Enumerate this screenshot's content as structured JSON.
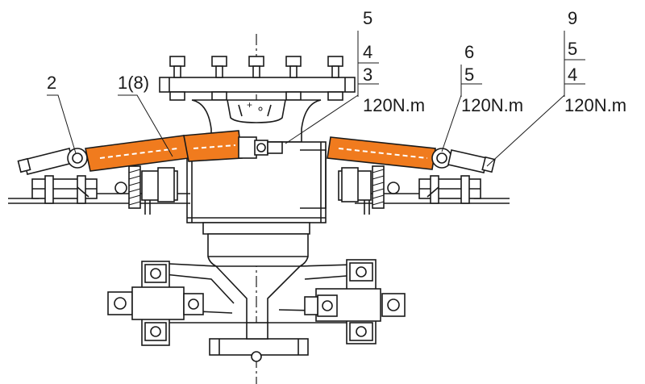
{
  "diagram": {
    "accent_color": "#f07b1e",
    "line_color": "#1a1a1a",
    "callouts": [
      {
        "id": "c2",
        "label": "2"
      },
      {
        "id": "c1",
        "label": "1(8)"
      },
      {
        "id": "c5",
        "label": "5"
      },
      {
        "id": "c6",
        "label": "6"
      },
      {
        "id": "c9",
        "label": "9"
      }
    ],
    "stacks": [
      {
        "id": "s-center",
        "rows": [
          "4",
          "3"
        ],
        "torque": "120N.m"
      },
      {
        "id": "s-mid",
        "rows": [
          "5"
        ],
        "torque": "120N.m"
      },
      {
        "id": "s-right",
        "rows": [
          "5",
          "4"
        ],
        "torque": "120N.m"
      }
    ]
  }
}
